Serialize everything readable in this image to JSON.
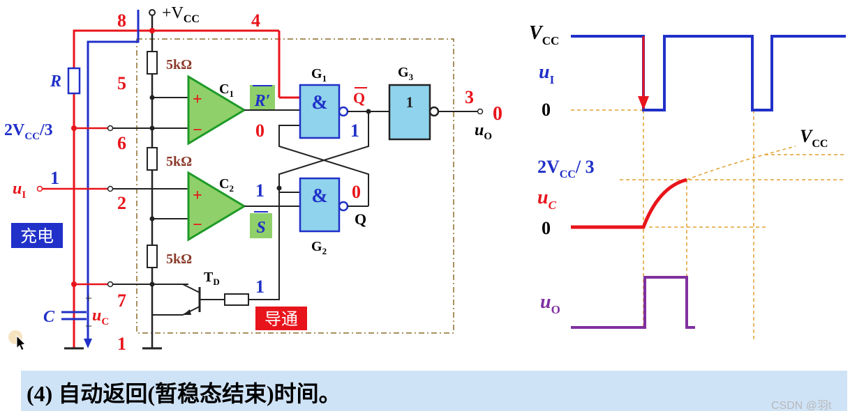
{
  "colors": {
    "red": "#e8141b",
    "blue": "#2030c8",
    "green": "#1e9a28",
    "green_fill": "#8fd06a",
    "gate_fill": "#8fd3ec",
    "brown": "#8b3a2a",
    "orange_dash": "#e0a030",
    "purple": "#8030a0",
    "caption_bg": "#cfe3f7"
  },
  "circuit": {
    "vcc_label": "+V",
    "vcc_sub": "CC",
    "pin8": "8",
    "pin4": "4",
    "pin5": "5",
    "pin6": "6",
    "pin2": "2",
    "pin7": "7",
    "pin1": "1",
    "pin3": "3",
    "pin1_input_value": "1",
    "resistor_R": "R",
    "two_thirds_vcc": {
      "main": "2V",
      "sub": "CC",
      "tail": "/3"
    },
    "ui": {
      "main": "u",
      "sub": "I"
    },
    "uc": {
      "main": "u",
      "sub": "C"
    },
    "uo": {
      "main": "u",
      "sub": "O"
    },
    "cap_C": "C",
    "charging_label": "充电",
    "conducting_label": "导通",
    "divider_resistors": [
      "5kΩ",
      "5kΩ",
      "5kΩ"
    ],
    "comparator1": {
      "name": "C",
      "sub": "1",
      "plus": "+",
      "minus": "−",
      "output": "0"
    },
    "comparator2": {
      "name": "C",
      "sub": "2",
      "plus": "+",
      "minus": "−",
      "output": "1"
    },
    "r_prime": "R′",
    "s_bar": "S",
    "gate1": {
      "name": "G",
      "sub": "1",
      "symbol": "&",
      "output_value": "1"
    },
    "gate2": {
      "name": "G",
      "sub": "2",
      "symbol": "&",
      "output_value": "0"
    },
    "gate3": {
      "name": "G",
      "sub": "3",
      "symbol": "1"
    },
    "q_bar": "Q",
    "q": "Q",
    "output_value": "0",
    "transistor": {
      "name": "T",
      "sub": "D",
      "base_value": "1"
    }
  },
  "waveforms": {
    "vcc_top": {
      "main": "V",
      "sub": "CC"
    },
    "ui": {
      "main": "u",
      "sub": "I"
    },
    "zero1": "0",
    "vcc_asym": {
      "main": "V",
      "sub": "CC"
    },
    "two_thirds": {
      "main": "2V",
      "sub": "CC",
      "tail": "/ 3"
    },
    "uc": {
      "main": "u",
      "sub": "C"
    },
    "zero2": "0",
    "uo": {
      "main": "u",
      "sub": "O"
    }
  },
  "caption": "(4) 自动返回(暂稳态结束)时间。",
  "watermark": "CSDN @羽t"
}
